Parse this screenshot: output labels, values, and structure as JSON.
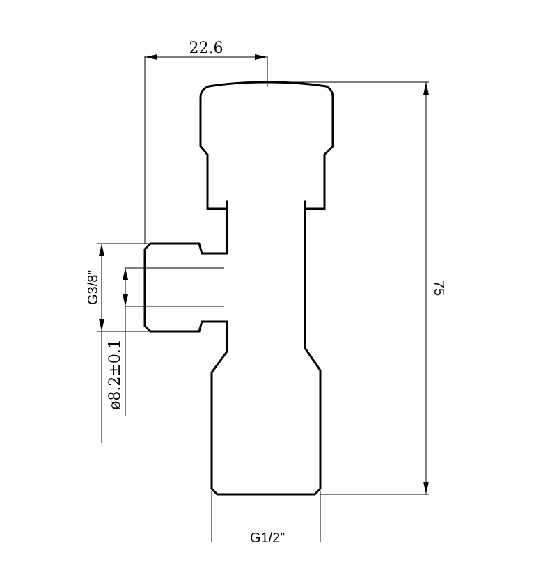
{
  "drawing": {
    "title": "Angle valve technical drawing",
    "colors": {
      "line": "#000000",
      "background": "#ffffff"
    },
    "dimensions": {
      "top_width": {
        "label": "22.6"
      },
      "overall_height": {
        "label": "75"
      },
      "side_thread": {
        "label": "G3/8”"
      },
      "inner_bore": {
        "label": "ø8.2±0.1"
      },
      "bottom_thread": {
        "label": "G1/2”"
      }
    }
  }
}
